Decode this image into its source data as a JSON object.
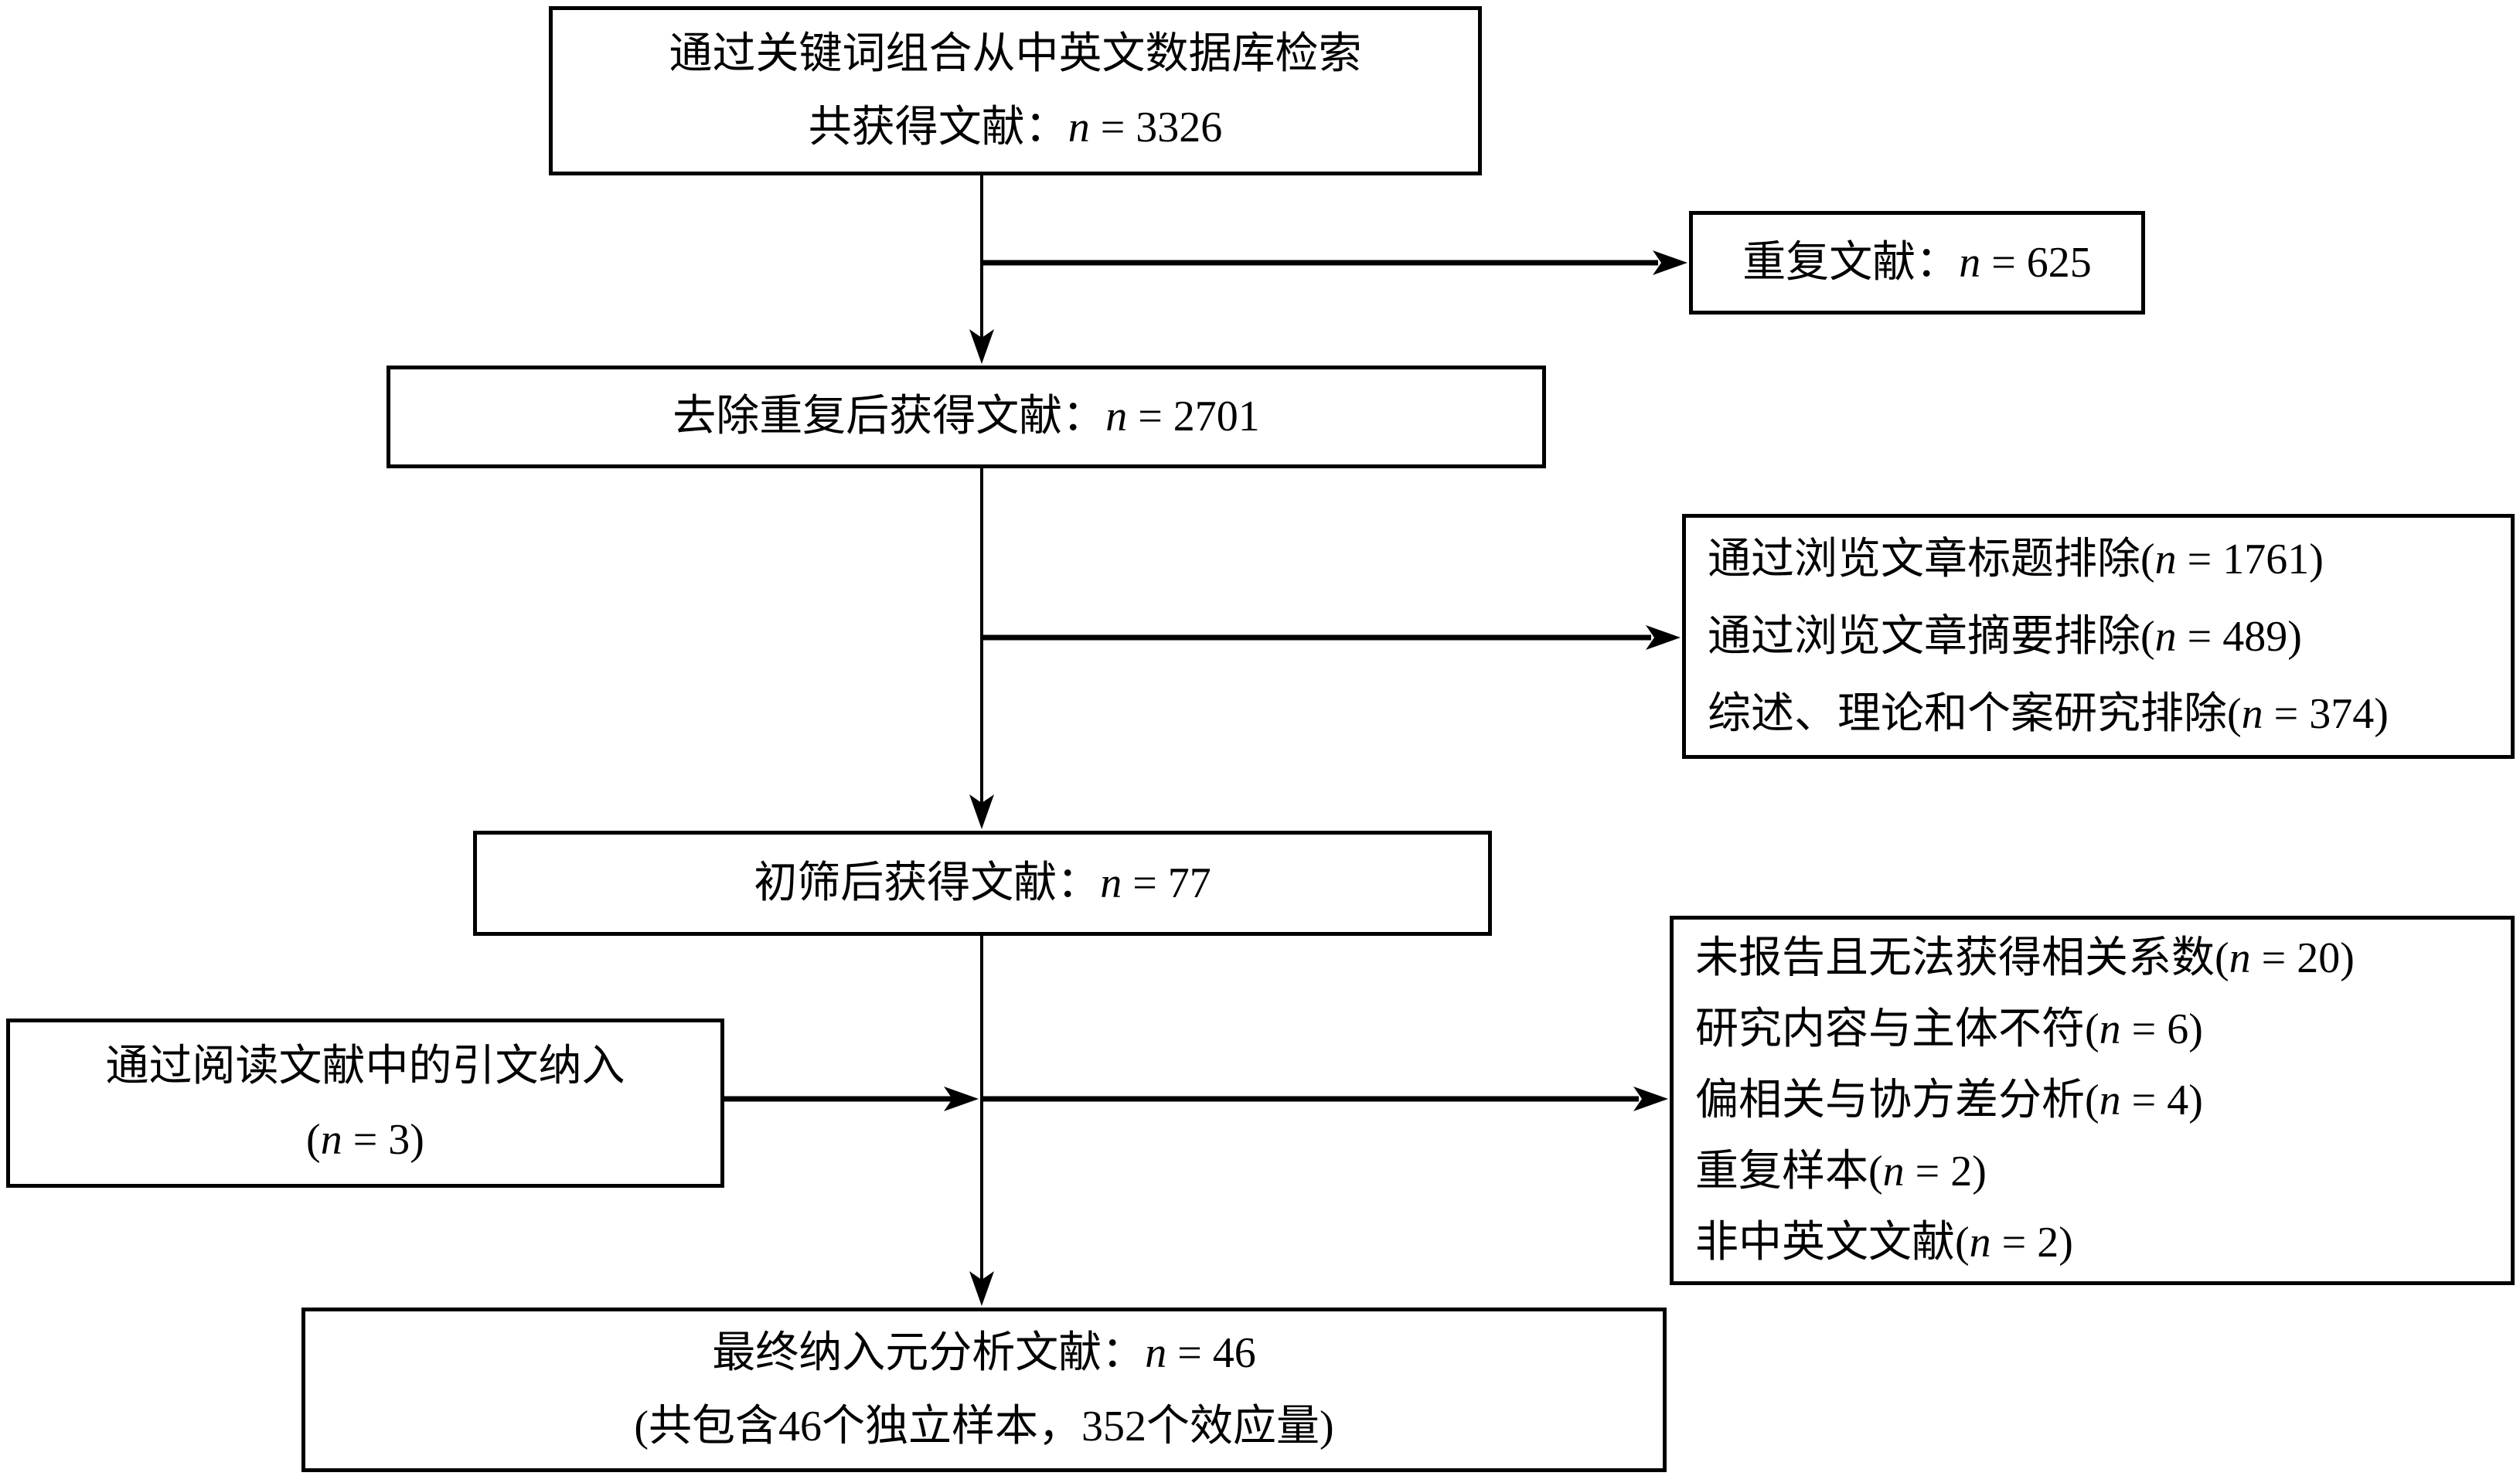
{
  "diagram": {
    "type": "flowchart",
    "background_color": "#ffffff",
    "line_color": "#000000",
    "boxes": {
      "search": {
        "lines": [
          {
            "pre": "通过关键词组合从中英文数据库检索",
            "n": "",
            "post": ""
          },
          {
            "pre": "共获得文献：",
            "n": "n",
            "post": " = 3326"
          }
        ]
      },
      "duplicates": {
        "lines": [
          {
            "pre": "重复文献：",
            "n": "n",
            "post": " = 625"
          }
        ]
      },
      "dedup": {
        "lines": [
          {
            "pre": "去除重复后获得文献：",
            "n": "n",
            "post": " = 2701"
          }
        ]
      },
      "screening_exclusions": {
        "lines": [
          {
            "pre": "通过浏览文章标题排除(",
            "n": "n",
            "post": " = 1761)"
          },
          {
            "pre": "通过浏览文章摘要排除(",
            "n": "n",
            "post": " = 489)"
          },
          {
            "pre": "综述、理论和个案研究排除(",
            "n": "n",
            "post": " = 374)"
          }
        ]
      },
      "initial_screen": {
        "lines": [
          {
            "pre": "初筛后获得文献：",
            "n": "n",
            "post": " = 77"
          }
        ]
      },
      "citation_inclusion": {
        "lines": [
          {
            "pre": "通过阅读文献中的引文纳入",
            "n": "",
            "post": ""
          },
          {
            "pre": "(",
            "n": "n",
            "post": " = 3)"
          }
        ]
      },
      "fulltext_exclusions": {
        "lines": [
          {
            "pre": "未报告且无法获得相关系数(",
            "n": "n",
            "post": " = 20)"
          },
          {
            "pre": "研究内容与主体不符(",
            "n": "n",
            "post": " = 6)"
          },
          {
            "pre": "偏相关与协方差分析(",
            "n": "n",
            "post": " = 4)"
          },
          {
            "pre": "重复样本(",
            "n": "n",
            "post": " = 2)"
          },
          {
            "pre": "非中英文文献(",
            "n": "n",
            "post": " = 2)"
          }
        ]
      },
      "final": {
        "lines": [
          {
            "pre": "最终纳入元分析文献：",
            "n": "n",
            "post": " = 46"
          },
          {
            "pre": "(共包含46个独立样本，352个效应量)",
            "n": "",
            "post": ""
          }
        ]
      }
    }
  }
}
